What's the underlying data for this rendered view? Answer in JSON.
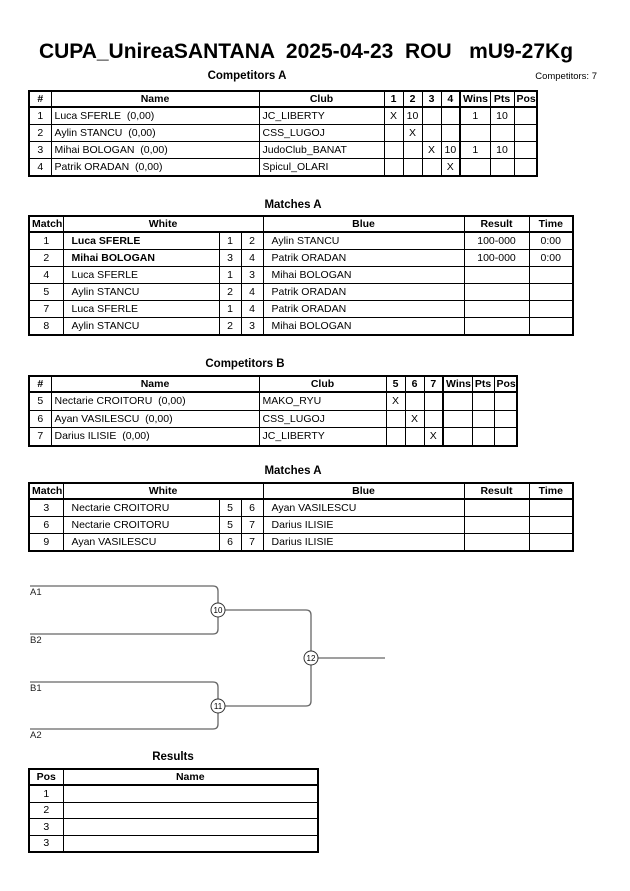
{
  "title": "CUPA_UnireaSANTANA  2025-04-23  ROU   mU9-27Kg",
  "competitors_count": "Competitors: 7",
  "sections": {
    "competitors_a": "Competitors A",
    "matches_a1": "Matches A",
    "competitors_b": "Competitors B",
    "matches_a2": "Matches A",
    "results": "Results"
  },
  "competitorsA": {
    "headers": {
      "num": "#",
      "name": "Name",
      "club": "Club",
      "c1": "1",
      "c2": "2",
      "c3": "3",
      "c4": "4",
      "wins": "Wins",
      "pts": "Pts",
      "pos": "Pos"
    },
    "rows": [
      {
        "num": "1",
        "name": "Luca SFERLE  (0,00)",
        "club": "JC_LIBERTY",
        "c1": "X",
        "c2": "10",
        "c3": "",
        "c4": "",
        "wins": "1",
        "pts": "10",
        "pos": ""
      },
      {
        "num": "2",
        "name": "Aylin STANCU  (0,00)",
        "club": "CSS_LUGOJ",
        "c1": "",
        "c2": "X",
        "c3": "",
        "c4": "",
        "wins": "",
        "pts": "",
        "pos": ""
      },
      {
        "num": "3",
        "name": "Mihai BOLOGAN  (0,00)",
        "club": "JudoClub_BANAT",
        "c1": "",
        "c2": "",
        "c3": "X",
        "c4": "10",
        "wins": "1",
        "pts": "10",
        "pos": ""
      },
      {
        "num": "4",
        "name": "Patrik ORADAN  (0,00)",
        "club": "Spicul_OLARI",
        "c1": "",
        "c2": "",
        "c3": "",
        "c4": "X",
        "wins": "",
        "pts": "",
        "pos": ""
      }
    ]
  },
  "matches1": {
    "headers": {
      "match": "Match",
      "white": "White",
      "blue": "Blue",
      "result": "Result",
      "time": "Time"
    },
    "rows": [
      {
        "match": "1",
        "white": "Luca SFERLE",
        "wn": "1",
        "bn": "2",
        "blue": "Aylin STANCU",
        "result": "100-000",
        "time": "0:00"
      },
      {
        "match": "2",
        "white": "Mihai BOLOGAN",
        "wn": "3",
        "bn": "4",
        "blue": "Patrik ORADAN",
        "result": "100-000",
        "time": "0:00"
      },
      {
        "match": "4",
        "white": "Luca SFERLE",
        "wn": "1",
        "bn": "3",
        "blue": "Mihai BOLOGAN",
        "result": "",
        "time": ""
      },
      {
        "match": "5",
        "white": "Aylin STANCU",
        "wn": "2",
        "bn": "4",
        "blue": "Patrik ORADAN",
        "result": "",
        "time": ""
      },
      {
        "match": "7",
        "white": "Luca SFERLE",
        "wn": "1",
        "bn": "4",
        "blue": "Patrik ORADAN",
        "result": "",
        "time": ""
      },
      {
        "match": "8",
        "white": "Aylin STANCU",
        "wn": "2",
        "bn": "3",
        "blue": "Mihai BOLOGAN",
        "result": "",
        "time": ""
      }
    ]
  },
  "competitorsB": {
    "headers": {
      "num": "#",
      "name": "Name",
      "club": "Club",
      "c1": "5",
      "c2": "6",
      "c3": "7",
      "wins": "Wins",
      "pts": "Pts",
      "pos": "Pos"
    },
    "rows": [
      {
        "num": "5",
        "name": "Nectarie CROITORU  (0,00)",
        "club": "MAKO_RYU",
        "c1": "X",
        "c2": "",
        "c3": "",
        "wins": "",
        "pts": "",
        "pos": ""
      },
      {
        "num": "6",
        "name": "Ayan VASILESCU  (0,00)",
        "club": "CSS_LUGOJ",
        "c1": "",
        "c2": "X",
        "c3": "",
        "wins": "",
        "pts": "",
        "pos": ""
      },
      {
        "num": "7",
        "name": "Darius ILISIE  (0,00)",
        "club": "JC_LIBERTY",
        "c1": "",
        "c2": "",
        "c3": "X",
        "wins": "",
        "pts": "",
        "pos": ""
      }
    ]
  },
  "matches2": {
    "headers": {
      "match": "Match",
      "white": "White",
      "blue": "Blue",
      "result": "Result",
      "time": "Time"
    },
    "rows": [
      {
        "match": "3",
        "white": "Nectarie CROITORU",
        "wn": "5",
        "bn": "6",
        "blue": "Ayan VASILESCU",
        "result": "",
        "time": ""
      },
      {
        "match": "6",
        "white": "Nectarie CROITORU",
        "wn": "5",
        "bn": "7",
        "blue": "Darius ILISIE",
        "result": "",
        "time": ""
      },
      {
        "match": "9",
        "white": "Ayan VASILESCU",
        "wn": "6",
        "bn": "7",
        "blue": "Darius ILISIE",
        "result": "",
        "time": ""
      }
    ]
  },
  "bracket": {
    "slots": [
      "A1",
      "B2",
      "B1",
      "A2"
    ],
    "nodes": [
      "10",
      "11",
      "12"
    ]
  },
  "results": {
    "headers": {
      "pos": "Pos",
      "name": "Name"
    },
    "rows": [
      {
        "pos": "1",
        "name": ""
      },
      {
        "pos": "2",
        "name": ""
      },
      {
        "pos": "3",
        "name": ""
      },
      {
        "pos": "3",
        "name": ""
      }
    ]
  }
}
